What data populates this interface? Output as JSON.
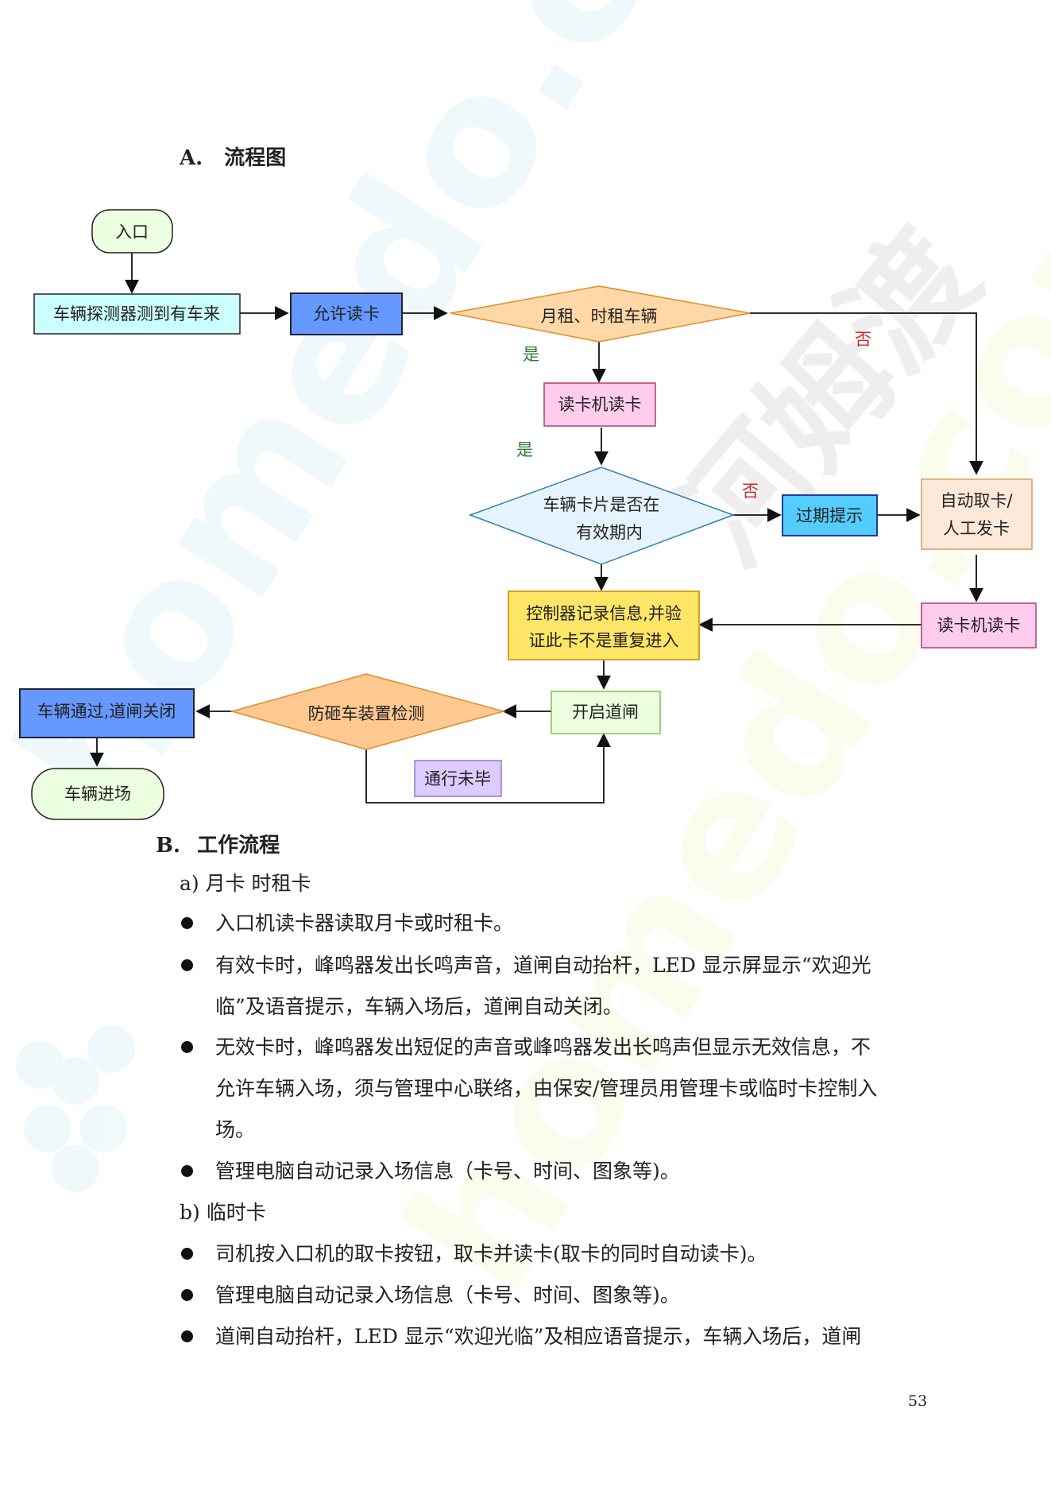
{
  "section_a": {
    "label": "A.",
    "title": "流程图"
  },
  "flowchart": {
    "nodes": {
      "entrance": "入口",
      "detector": "车辆探测器测到有车来",
      "allow_read": "允许读卡",
      "monthly_hourly": "月租、时租车辆",
      "reader_read_1": "读卡机读卡",
      "card_valid_line1": "车辆卡片是否在",
      "card_valid_line2": "有效期内",
      "expired_prompt": "过期提示",
      "auto_card_line1": "自动取卡/",
      "auto_card_line2": "人工发卡",
      "reader_read_2": "读卡机读卡",
      "controller_line1": "控制器记录信息,并验",
      "controller_line2": "证此卡不是重复进入",
      "open_gate": "开启道闸",
      "anti_smash": "防砸车装置检测",
      "pass_close": "车辆通过,道闸关闭",
      "vehicle_enter": "车辆进场",
      "not_passed": "通行未毕"
    },
    "labels": {
      "yes_1": "是",
      "yes_2": "是",
      "no_1": "否",
      "no_2": "否"
    }
  },
  "section_b": {
    "label": "B.",
    "title": "工作流程",
    "sub_a": "a)  月卡  时租卡",
    "a_items": [
      "入口机读卡器读取月卡或时租卡。",
      "有效卡时，峰鸣器发出长鸣声音，道闸自动抬杆，LED 显示屏显示“欢迎光",
      "临”及语音提示，车辆入场后，道闸自动关闭。",
      "无效卡时，峰鸣器发出短促的声音或峰鸣器发出长鸣声但显示无效信息，不",
      "允许车辆入场，须与管理中心联络，由保安/管理员用管理卡或临时卡控制入",
      "场。",
      "管理电脑自动记录入场信息（卡号、时间、图象等)。"
    ],
    "sub_b": "b)  临时卡",
    "b_items": [
      "司机按入口机的取卡按钮，取卡并读卡(取卡的同时自动读卡)。",
      "管理电脑自动记录入场信息（卡号、时间、图象等)。",
      "道闸自动抬杆，LED 显示“欢迎光临”及相应语音提示，车辆入场后，道闸"
    ]
  },
  "page_number": "53",
  "watermark": {
    "text": "homedo.com",
    "cn": "河姆渡"
  },
  "colors": {
    "cyan_box": "#ccffff",
    "blue_box": "#6699ff",
    "diamond_orange": "#ffd8a8",
    "pink_box": "#ffccee",
    "diamond_blue": "#e6f4ff",
    "sky_box": "#55ccff",
    "peach_box": "#fde9d9",
    "yellow_box": "#ffe566",
    "green_box": "#ecffe0",
    "lavender_box": "#ddccff",
    "yes_green": "#2e7d32",
    "no_red": "#c62828"
  }
}
